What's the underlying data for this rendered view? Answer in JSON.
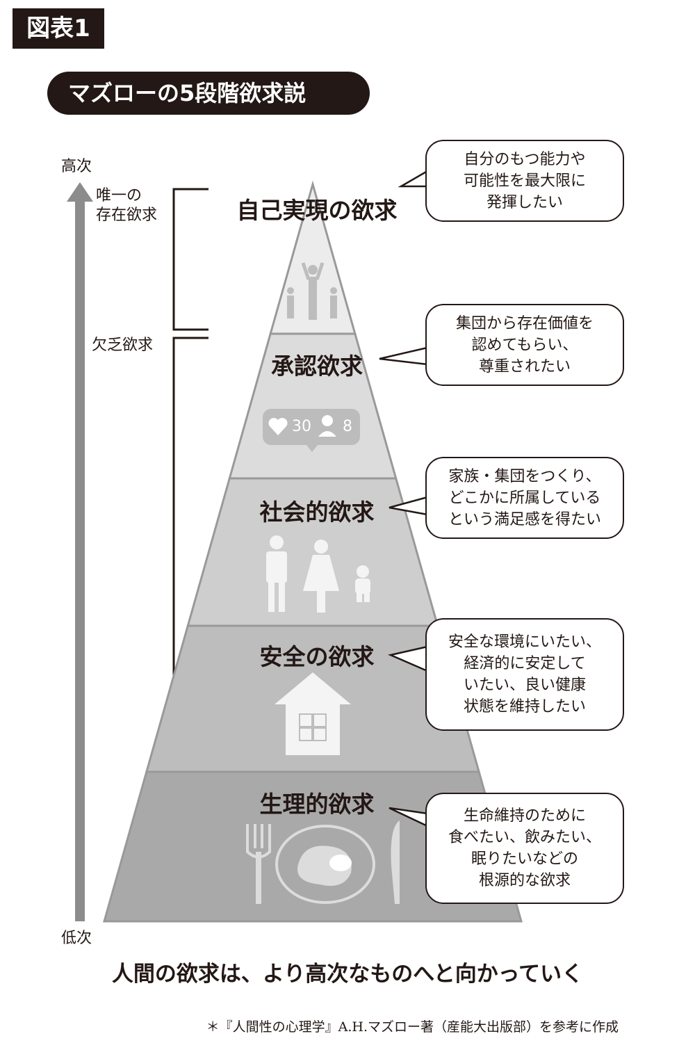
{
  "figure_label": "図表1",
  "title": "マズローの5段階欲求説",
  "axis": {
    "high": "高次",
    "low": "低次"
  },
  "groups": [
    {
      "label": "唯一の\n存在欲求"
    },
    {
      "label": "欠乏欲求"
    }
  ],
  "levels": [
    {
      "name": "自己実現の欲求",
      "description": "自分のもつ能力や\n可能性を最大限に\n発揮したい",
      "fill": "#ececec"
    },
    {
      "name": "承認欲求",
      "description": "集団から存在価値を\n認めてもらい、\n尊重されたい",
      "fill": "#dcdcdc"
    },
    {
      "name": "社会的欲求",
      "description": "家族・集団をつくり、\nどこかに所属している\nという満足感を得たい",
      "fill": "#cecece"
    },
    {
      "name": "安全の欲求",
      "description": "安全な環境にいたい、\n経済的に安定して\nいたい、良い健康\n状態を維持したい",
      "fill": "#bdbdbd"
    },
    {
      "name": "生理的欲求",
      "description": "生命維持のために\n食べたい、飲みたい、\n眠りたいなどの\n根源的な欲求",
      "fill": "#a9a9a9"
    }
  ],
  "badge": {
    "likes": "30",
    "followers": "8"
  },
  "conclusion": "人間の欲求は、より高次なものへと向かっていく",
  "source_note": "＊『人間性の心理学』A.H.マズロー著（産能大出版部）を参考に作成"
}
